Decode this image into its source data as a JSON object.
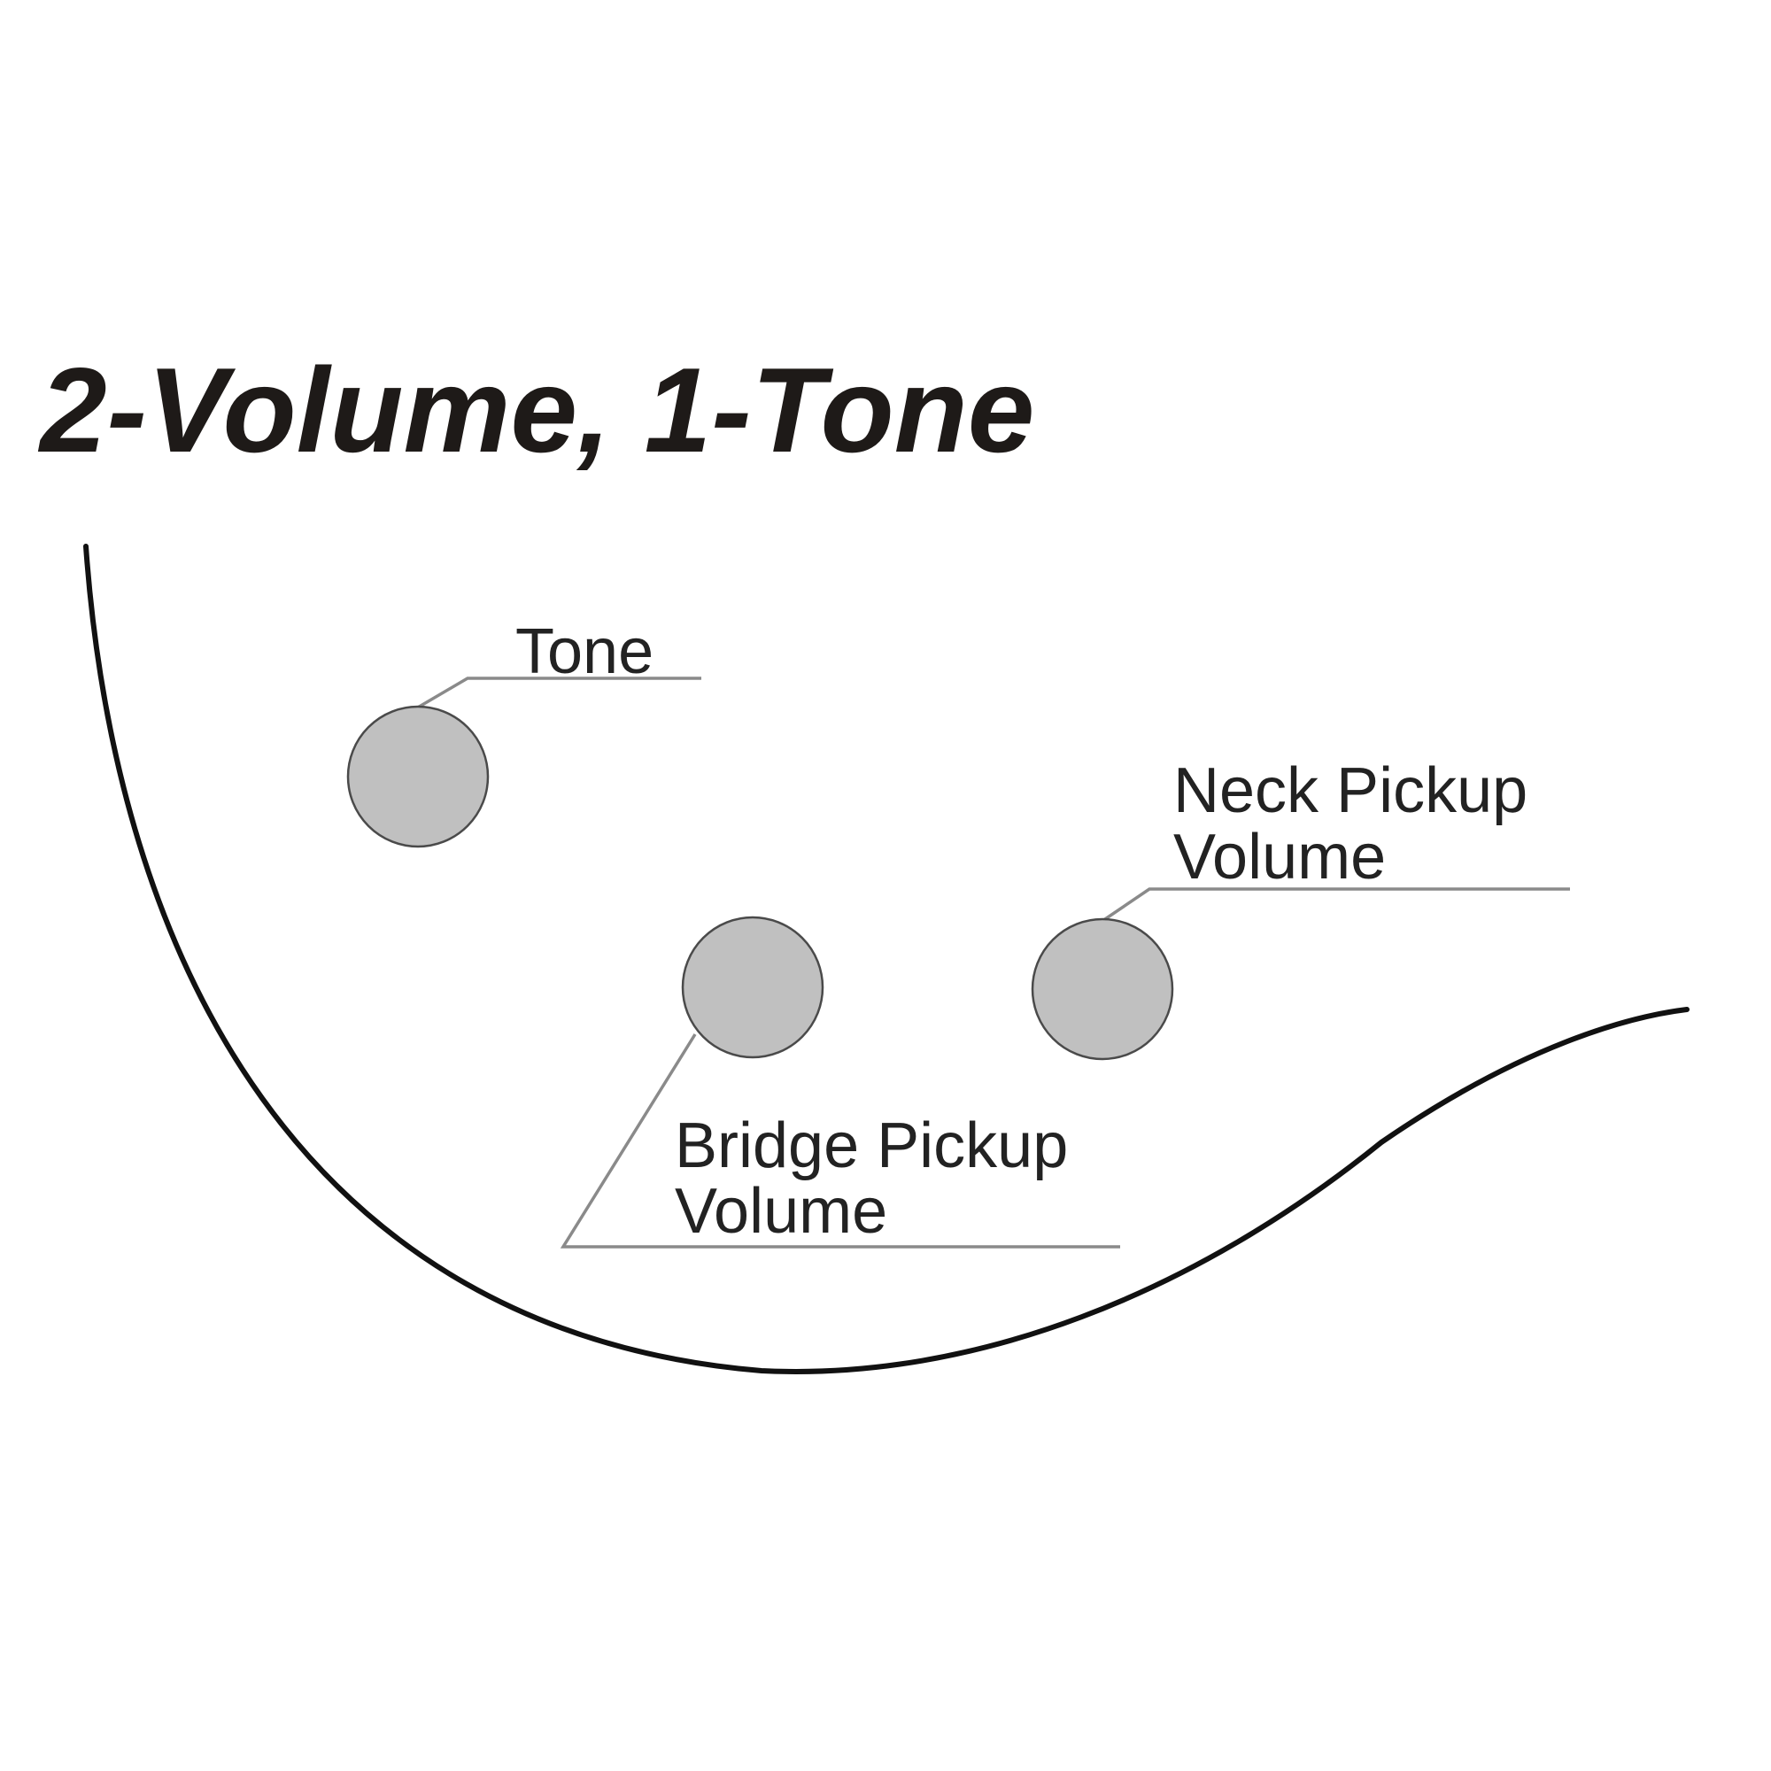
{
  "title": "2-Volume, 1-Tone",
  "colors": {
    "knob_fill": "#c0c0c0",
    "outline": "#111111",
    "leader": "#8a8a8a",
    "text": "#1e1a18"
  },
  "controls": {
    "tone": {
      "label": "Tone"
    },
    "neck_volume": {
      "label_line1": "Neck Pickup",
      "label_line2": "Volume"
    },
    "bridge_volume": {
      "label_line1": "Bridge Pickup",
      "label_line2": "Volume"
    }
  }
}
